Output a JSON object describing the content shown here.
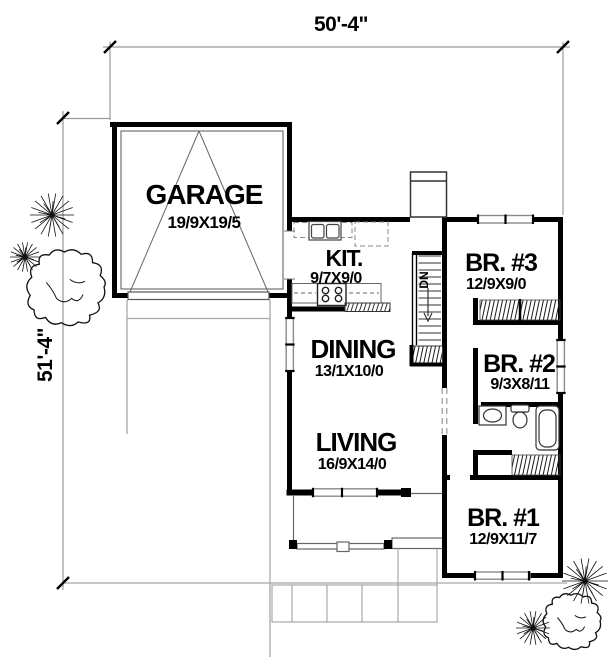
{
  "plan_title": "house-first-floor-plan",
  "dimensions": {
    "width_label": "50'-4\"",
    "height_label": "51'-4\""
  },
  "rooms": {
    "garage": {
      "name": "GARAGE",
      "size": "19/9X19/5"
    },
    "kitchen": {
      "name": "KIT.",
      "size": "9/7X9/0"
    },
    "dining": {
      "name": "DINING",
      "size": "13/1X10/0"
    },
    "living": {
      "name": "LIVING",
      "size": "16/9X14/0"
    },
    "br3": {
      "name": "BR. #3",
      "size": "12/9X9/0"
    },
    "br2": {
      "name": "BR. #2",
      "size": "9/3X8/11"
    },
    "br1": {
      "name": "BR. #1",
      "size": "12/9X11/7"
    }
  },
  "stairs": {
    "dn": "DN"
  },
  "colors": {
    "wall": "#000000",
    "thin_line": "#4a4a4a",
    "site_line": "#a8a8a8",
    "window_line": "#8a8a8a",
    "background": "#ffffff"
  }
}
